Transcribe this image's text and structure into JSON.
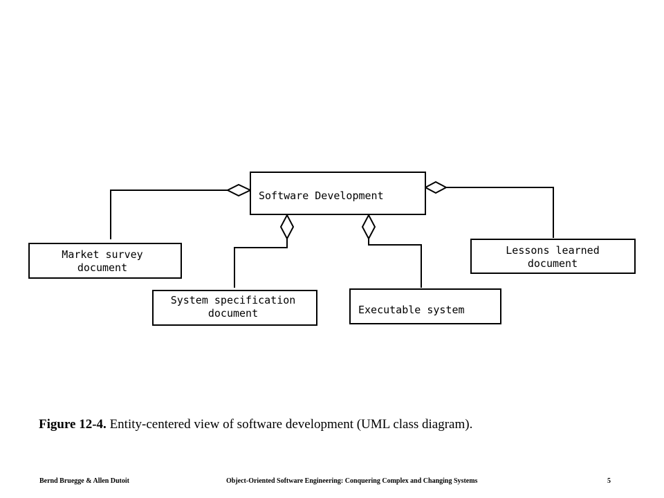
{
  "diagram": {
    "classes": {
      "software_development": "Software Development",
      "market_survey": [
        "Market survey",
        "document"
      ],
      "system_specification": [
        "System specification",
        "document"
      ],
      "executable_system": "Executable system",
      "lessons_learned": [
        "Lessons learned",
        "document"
      ]
    }
  },
  "caption": {
    "figure_label": "Figure 12-4.",
    "text": " Entity-centered view of software development (UML class diagram)."
  },
  "footer": {
    "authors": "Bernd Bruegge & Allen Dutoit",
    "book_title": "Object-Oriented Software Engineering: Conquering Complex and Changing Systems",
    "page_number": "5"
  }
}
